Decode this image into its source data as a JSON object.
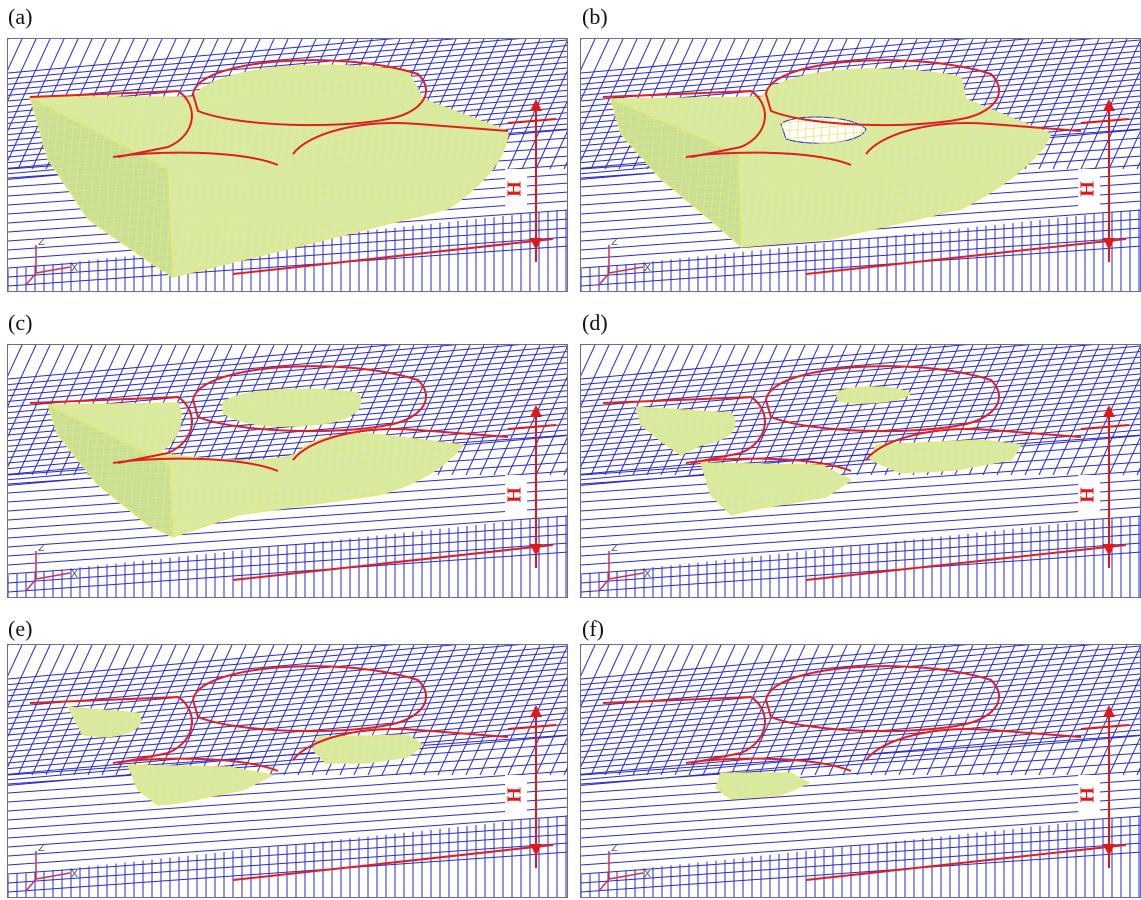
{
  "panels": [
    {
      "label": "(a)",
      "stage": 0
    },
    {
      "label": "(b)",
      "stage": 1
    },
    {
      "label": "(c)",
      "stage": 2
    },
    {
      "label": "(d)",
      "stage": 3
    },
    {
      "label": "(e)",
      "stage": 4
    },
    {
      "label": "(f)",
      "stage": 5
    }
  ],
  "dimension_label": "H",
  "axis_labels": {
    "z": "Z",
    "x": "X"
  },
  "colors": {
    "mesh": "#2a2ad0",
    "fill_top": "#d6ebaa",
    "fill_side": "#c6df9a",
    "fill_edge": "#e8e870",
    "outline": "#e02020",
    "dimension": "#e01818",
    "axis": "#d03050"
  }
}
